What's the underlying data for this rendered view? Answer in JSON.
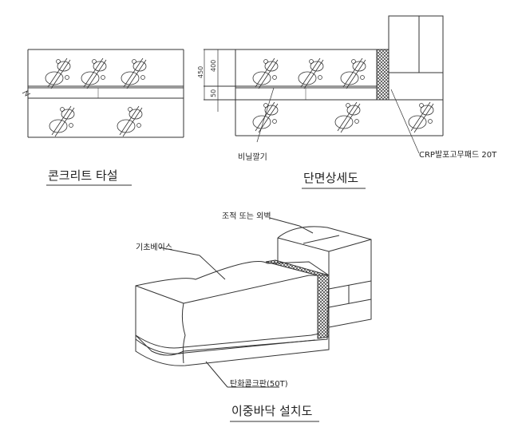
{
  "titles": {
    "left": "콘크리트 타설",
    "right": "단면상세도",
    "bottom": "이중바닥 설치도"
  },
  "dimensions": {
    "total": "450",
    "upper": "400",
    "lower": "50"
  },
  "labels": {
    "vinyl": "비닐깔기",
    "pad": "CRP발포고무패드 20T",
    "wall": "조적 또는 외벽",
    "base": "기초베이스",
    "cork": "탄화콜크판(50T)"
  }
}
